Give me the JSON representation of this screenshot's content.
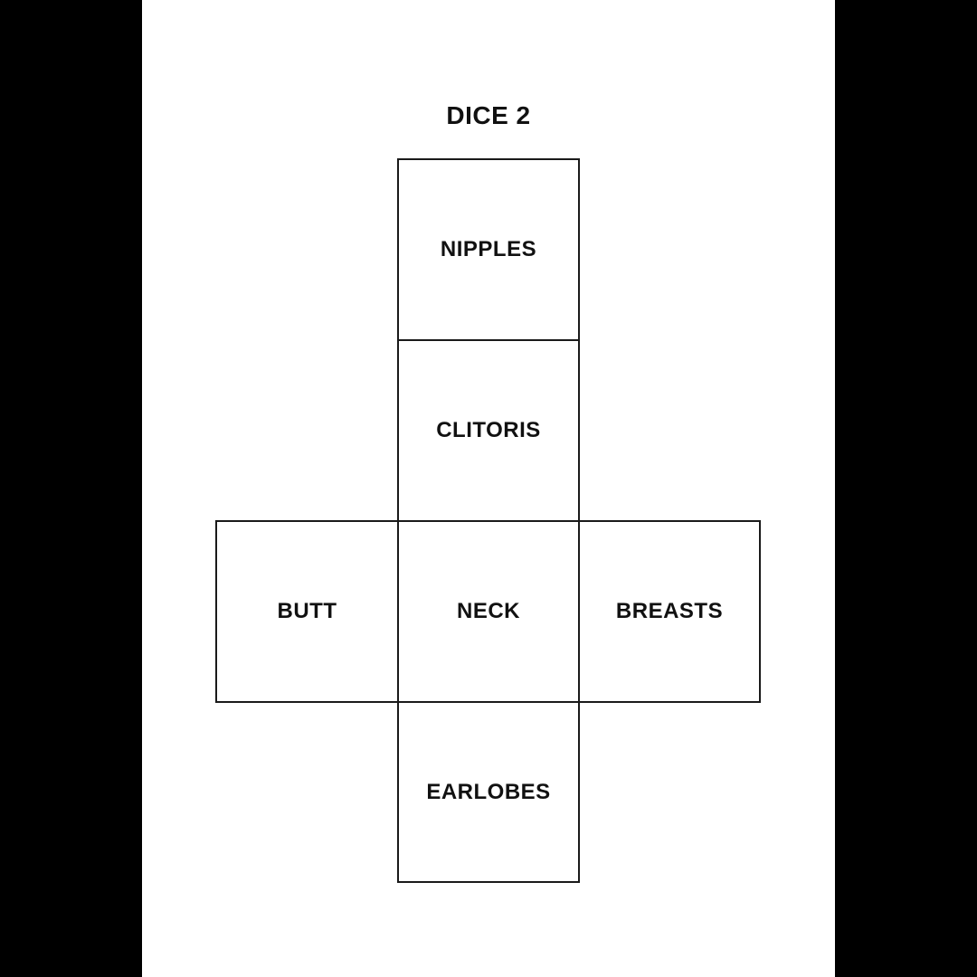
{
  "page": {
    "title": "DICE 2",
    "background_color": "#ffffff",
    "pillarbox_color": "#000000"
  },
  "colors": {
    "line": "#1a1a1a",
    "text": "#111111"
  },
  "net": {
    "shape": "cube-net-cross",
    "faces": [
      {
        "id": "nipples",
        "label": "NIPPLES"
      },
      {
        "id": "clitoris",
        "label": "CLITORIS"
      },
      {
        "id": "butt",
        "label": "BUTT"
      },
      {
        "id": "neck",
        "label": "NECK"
      },
      {
        "id": "breasts",
        "label": "BREASTS"
      },
      {
        "id": "earlobes",
        "label": "EARLOBES"
      }
    ]
  }
}
